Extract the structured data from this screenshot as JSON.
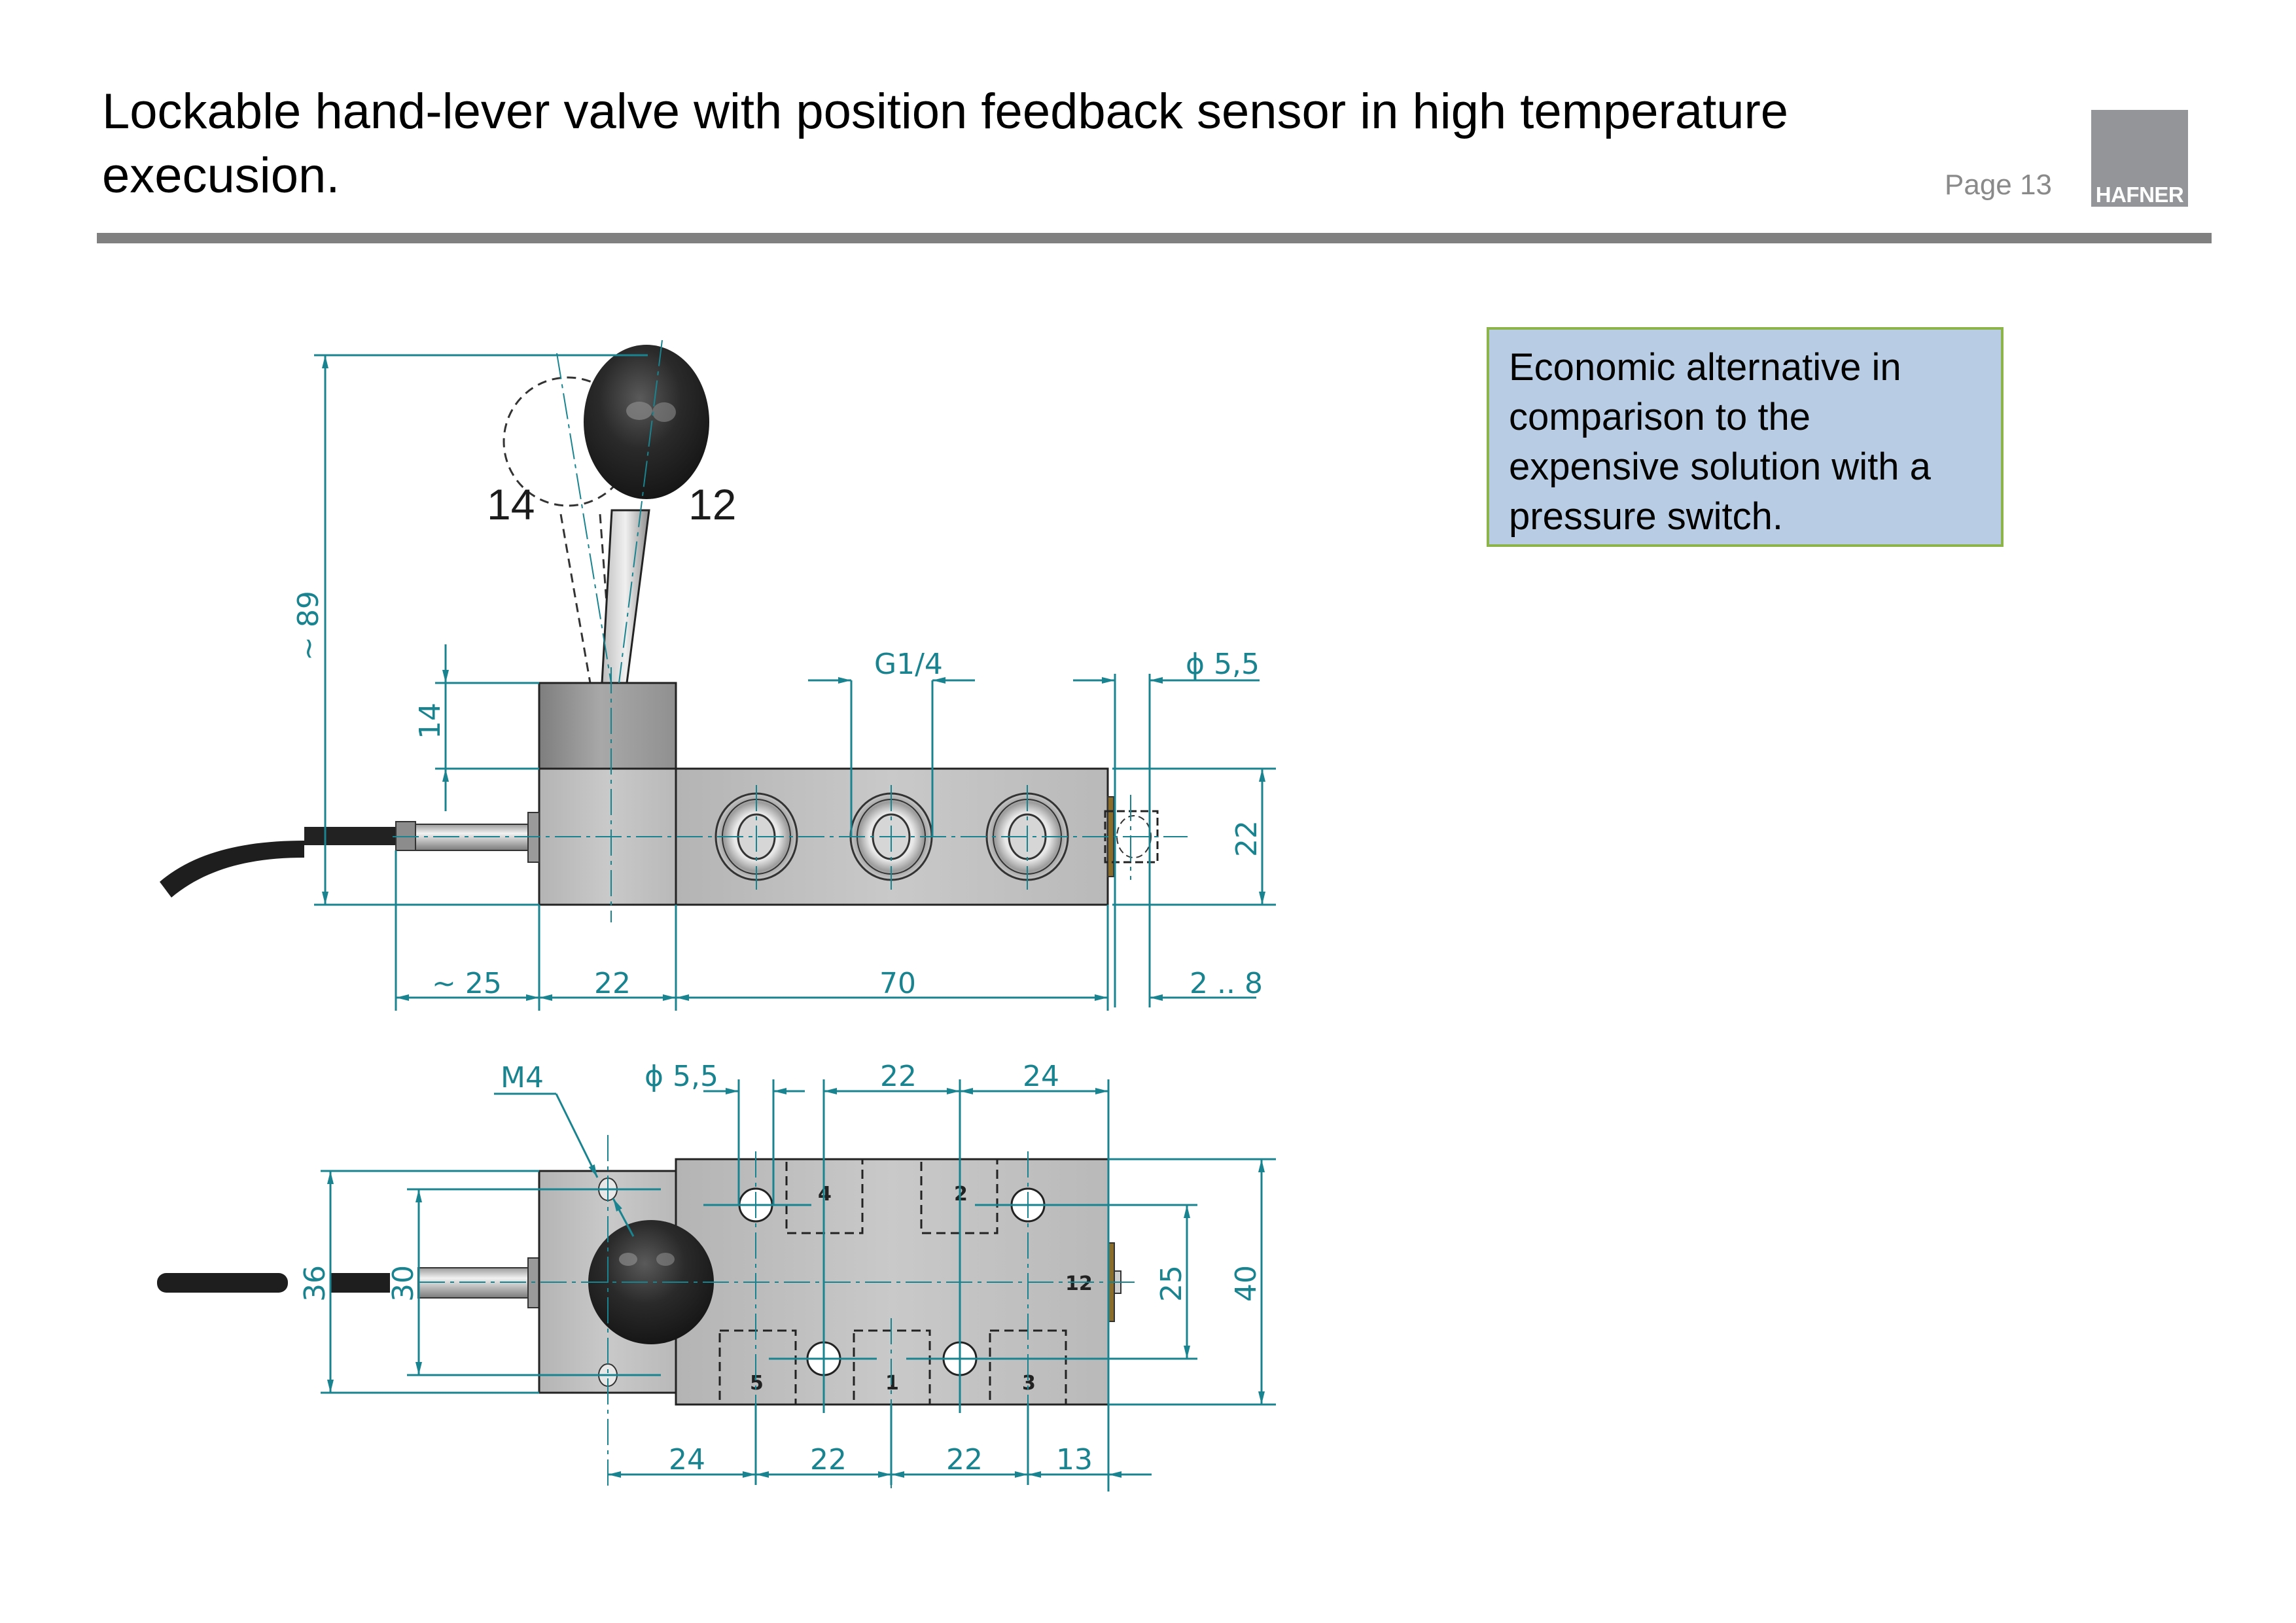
{
  "header": {
    "title": "Lockable hand-lever valve with position feedback sensor in high temperature execusion.",
    "page_label": "Page 13",
    "logo_text": "HAFNER"
  },
  "callout": {
    "text": "Economic alternative in comparison to the expensive solution with a pressure switch."
  },
  "colors": {
    "dimension": "#19848f",
    "rule": "#808080",
    "logo_bg": "#939598",
    "callout_bg": "#b8cce4",
    "callout_border": "#8db44a"
  },
  "drawing": {
    "side_view": {
      "lever_positions": [
        "14",
        "12"
      ],
      "dimensions": {
        "overall_height": "~ 89",
        "lever_block_height": "14",
        "port_thread": "G1/4",
        "mount_hole_diameter": "ϕ 5,5",
        "body_height": "22",
        "sensor_length": "~ 25",
        "lever_block_width": "22",
        "body_length": "70",
        "end_adjust": "2 .. 8"
      }
    },
    "top_view": {
      "thread_label": "M4",
      "ports": [
        "4",
        "2",
        "5",
        "1",
        "3",
        "12"
      ],
      "dimensions": {
        "hole_diameter": "ϕ 5,5",
        "top_22": "22",
        "top_24": "24",
        "block_width": "36",
        "thread_spacing": "30",
        "hole_spacing": "25",
        "body_width": "40",
        "bottom_24": "24",
        "bottom_22a": "22",
        "bottom_22b": "22",
        "bottom_13": "13"
      }
    }
  }
}
